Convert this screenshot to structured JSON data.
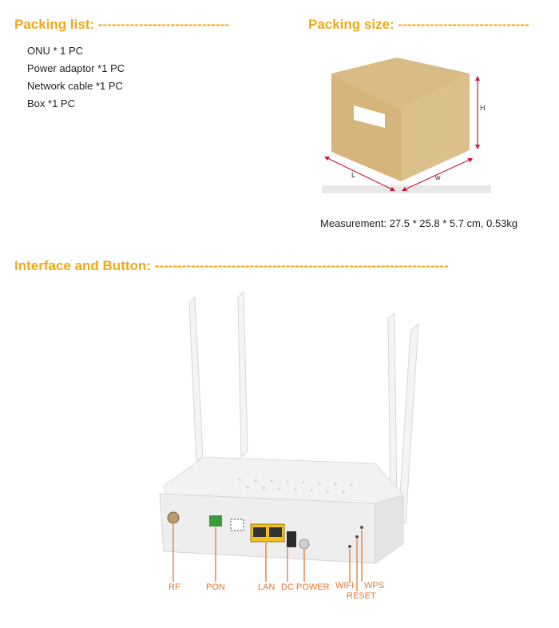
{
  "packing_list": {
    "heading": "Packing list: -----------------------------",
    "items": [
      "ONU * 1 PC",
      "Power adaptor *1 PC",
      "Network cable *1 PC",
      "Box *1 PC"
    ]
  },
  "packing_size": {
    "heading": "Packing size: -----------------------------",
    "dims": {
      "h": "H",
      "l": "L",
      "w": "w"
    },
    "measurement": "Measurement: 27.5 * 25.8 * 5.7 cm, 0.53kg"
  },
  "interface": {
    "heading": "Interface and Button: -----------------------------------------------------------------",
    "ports": {
      "rf": "RF",
      "pon": "PON",
      "lan": "LAN",
      "dc": "DC",
      "power": "POWER",
      "wifi": "WIFI",
      "reset": "RESET",
      "wps": "WPS"
    }
  },
  "colors": {
    "heading": "#f0a818",
    "callout": "#e8762c",
    "box": "#d9bd85",
    "arrow": "#d0143c"
  }
}
